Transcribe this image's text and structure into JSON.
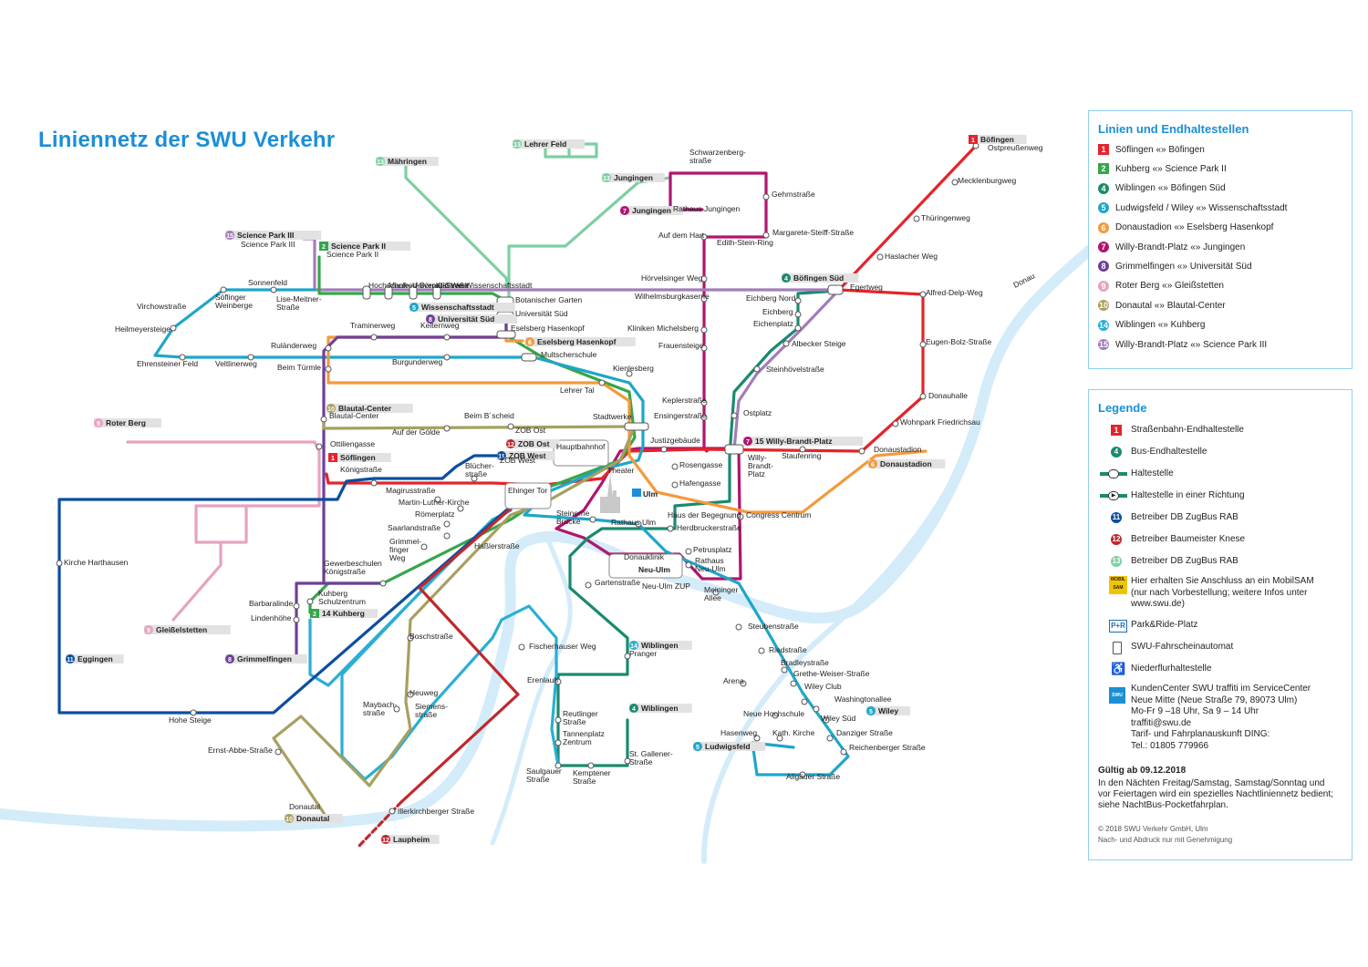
{
  "title": "Liniennetz der SWU Verkehr",
  "lines_panel": {
    "heading": "Linien und Endhaltestellen",
    "lines": [
      {
        "num": "1",
        "color": "#e3242b",
        "shape": "square",
        "text": "Söflingen «» Böfingen"
      },
      {
        "num": "2",
        "color": "#35a64a",
        "shape": "square",
        "text": "Kuhberg «» Science Park II"
      },
      {
        "num": "4",
        "color": "#1a8a6e",
        "shape": "round",
        "text": "Wiblingen «» Böfingen Süd"
      },
      {
        "num": "5",
        "color": "#1ea6c9",
        "shape": "round",
        "text": "Ludwigsfeld / Wiley «» Wissenschaftsstadt"
      },
      {
        "num": "6",
        "color": "#f39a3b",
        "shape": "round",
        "text": "Donaustadion «» Eselsberg Hasenkopf"
      },
      {
        "num": "7",
        "color": "#b0156e",
        "shape": "round",
        "text": "Willy-Brandt-Platz «» Jungingen"
      },
      {
        "num": "8",
        "color": "#6f3f98",
        "shape": "round",
        "text": "Grimmelfingen «» Universität Süd"
      },
      {
        "num": "9",
        "color": "#e6a3c1",
        "shape": "round",
        "text": "Roter Berg «» Gleißstetten"
      },
      {
        "num": "10",
        "color": "#a7a060",
        "shape": "round",
        "text": "Donautal «» Blautal-Center"
      },
      {
        "num": "14",
        "color": "#2aaed6",
        "shape": "round",
        "text": "Wiblingen «» Kuhberg"
      },
      {
        "num": "15",
        "color": "#a27dba",
        "shape": "round",
        "text": "Willy-Brandt-Platz «» Science Park III"
      }
    ]
  },
  "legend_panel": {
    "heading": "Legende",
    "items": [
      {
        "symbol": "tram-terminus",
        "color": "#e3242b",
        "num": "1",
        "text": "Straßenbahn-Endhaltestelle"
      },
      {
        "symbol": "bus-terminus",
        "color": "#1a8a6e",
        "num": "4",
        "text": "Bus-Endhaltestelle"
      },
      {
        "symbol": "stop",
        "color": "#1a8a6e",
        "text": "Haltestelle"
      },
      {
        "symbol": "stop-one-way",
        "color": "#1a8a6e",
        "text": "Haltestelle in einer Richtung"
      },
      {
        "symbol": "operator",
        "color": "#0c4ea0",
        "num": "11",
        "text": "Betreiber DB ZugBus RAB"
      },
      {
        "symbol": "operator",
        "color": "#c0282d",
        "num": "12",
        "text": "Betreiber Baumeister Knese"
      },
      {
        "symbol": "operator",
        "color": "#7dcfa1",
        "num": "13",
        "text": "Betreiber DB ZugBus RAB"
      },
      {
        "symbol": "mobilsam",
        "color": "#f2c400",
        "text": "Hier erhalten Sie Anschluss an ein MobilSAM\n(nur nach Vorbestellung; weitere Infos unter\nwww.swu.de)"
      },
      {
        "symbol": "park-ride",
        "color": "#1b6fb3",
        "text": "Park&Ride-Platz"
      },
      {
        "symbol": "ticket-machine",
        "color": "#555555",
        "text": "SWU-Fahrscheinautomat"
      },
      {
        "symbol": "low-floor",
        "color": "#1b8fd6",
        "text": "Niederflurhaltestelle"
      },
      {
        "symbol": "kundencenter",
        "color": "#1b8fd6",
        "text": "KundenCenter SWU traffiti im ServiceCenter\nNeue Mitte (Neue Straße 79, 89073 Ulm)\nMo-Fr 9 –18 Uhr, Sa 9 – 14 Uhr\ntraffiti@swu.de\nTarif- und Fahrplanauskunft DING:\nTel.: 01805 779966"
      }
    ],
    "validity_title": "Gültig ab 09.12.2018",
    "validity_text": "In den Nächten Freitag/Samstag, Samstag/Sonntag und\nvor Feiertagen wird ein spezielles Nachtliniennetz bedient;\nsiehe NachtBus-Pocketfahrplan.",
    "copyright": "© 2018 SWU Verkehr GmbH, Ulm\nNach- und Abdruck nur mit Genehmigung"
  },
  "map": {
    "river_label": "Donau",
    "city_labels": [
      "Ulm",
      "Neu-Ulm"
    ],
    "terminals": [
      {
        "num": "1",
        "color": "#e3242b",
        "label": "Böfingen"
      },
      {
        "num": "13",
        "color": "#7dcfa1",
        "label": "Lehrer Feld"
      },
      {
        "num": "13",
        "color": "#7dcfa1",
        "label": "Mähringen"
      },
      {
        "num": "13",
        "color": "#7dcfa1",
        "label": "Jungingen"
      },
      {
        "num": "7",
        "color": "#b0156e",
        "label": "Jungingen"
      },
      {
        "num": "15",
        "color": "#a27dba",
        "label": "Science Park III"
      },
      {
        "num": "2",
        "color": "#35a64a",
        "label": "Science Park II"
      },
      {
        "num": "4",
        "color": "#1a8a6e",
        "label": "Böfingen Süd"
      },
      {
        "num": "5",
        "color": "#1ea6c9",
        "label": "Wissenschaftsstadt"
      },
      {
        "num": "8",
        "color": "#6f3f98",
        "label": "Universität Süd"
      },
      {
        "num": "6",
        "color": "#f39a3b",
        "label": "Eselsberg Hasenkopf"
      },
      {
        "num": "10",
        "color": "#a7a060",
        "label": "Blautal-Center"
      },
      {
        "num": "9",
        "color": "#e6a3c1",
        "label": "Roter Berg"
      },
      {
        "num": "1",
        "color": "#e3242b",
        "label": "Söflingen"
      },
      {
        "num": "12",
        "color": "#c0282d",
        "label": "ZOB Ost"
      },
      {
        "num": "11",
        "color": "#0c4ea0",
        "label": "ZOB West"
      },
      {
        "num": "7",
        "color": "#b0156e",
        "label": "15 Willy-Brandt-Platz"
      },
      {
        "num": "6",
        "color": "#f39a3b",
        "label": "Donaustadion"
      },
      {
        "num": "2",
        "color": "#35a64a",
        "label": "14 Kuhberg"
      },
      {
        "num": "9",
        "color": "#e6a3c1",
        "label": "Gleißelstetten"
      },
      {
        "num": "11",
        "color": "#0c4ea0",
        "label": "Eggingen"
      },
      {
        "num": "8",
        "color": "#6f3f98",
        "label": "Grimmelfingen"
      },
      {
        "num": "14",
        "color": "#2aaed6",
        "label": "Wiblingen"
      },
      {
        "num": "4",
        "color": "#1a8a6e",
        "label": "Wiblingen"
      },
      {
        "num": "5",
        "color": "#1ea6c9",
        "label": "Wiley"
      },
      {
        "num": "5",
        "color": "#1ea6c9",
        "label": "Ludwigsfeld"
      },
      {
        "num": "10",
        "color": "#a7a060",
        "label": "Donautal"
      },
      {
        "num": "12",
        "color": "#c0282d",
        "label": "Laupheim"
      }
    ],
    "stations": [
      "Ostpreußenweg",
      "Mecklenburgweg",
      "Thüringenweg",
      "Haslacher Weg",
      "Egertweg",
      "Alfred-Delp-Weg",
      "Eugen-Bolz-Straße",
      "Donauhalle",
      "Wohnpark Friedrichsau",
      "Donaustadion",
      "Schwarzenberg-\nstraße",
      "Gehrnstraße",
      "Rathaus Jungingen",
      "Auf dem Hart",
      "Edith-Stein-Ring",
      "Margarete-Steiff-Straße",
      "Hörvelsinger Weg",
      "Wilhelmsburgkaserne",
      "Kliniken Michelsberg",
      "Frauensteige",
      "Keplerstraße",
      "Ensingerstraße",
      "Justizgebäude",
      "Eichberg Nord",
      "Eichberg",
      "Eichenplatz",
      "Albecker Steige",
      "Steinhövelstraße",
      "Ostplatz",
      "Staufenring",
      "Rosengasse",
      "Hafengasse",
      "Willy-\nBrandt-\nPlatz",
      "Congress Centrum",
      "Science Park III",
      "Science Park II",
      "Hochschule",
      "Manfred-Börner-Straße",
      "Universität West",
      "Kliniken Wissenschaftsstadt",
      "Botanischer Garten",
      "Universität Süd",
      "Eselsberg Hasenkopf",
      "Multscherschule",
      "Kienlesberg",
      "Lehrer Tal",
      "Stadtwerke",
      "Hauptbahnhof",
      "Theater",
      "Sonnenfeld",
      "Virchowstraße",
      "Söflinger\nWeinberge",
      "Lise-Meitner-\nStraße",
      "Heilmeyersteige",
      "Ehrensteiner Feld",
      "Veltlinerweg",
      "Traminerweg",
      "Kelternweg",
      "Ruländerweg",
      "Burgunderweg",
      "Beim Türmle",
      "Blautal-Center",
      "Beim B´scheid",
      "Auf der Gölde",
      "Ottiliengasse",
      "Königstraße",
      "Blücher-\nstraße",
      "ZOB Ost",
      "ZOB West",
      "Ehinger Tor",
      "Magirusstraße",
      "Martin-Luther-Kirche",
      "Römerplatz",
      "Saarlandstraße",
      "Grimmel-\nfinger\nWeg",
      "Haßlerstraße",
      "Steinerne\nBrücke",
      "Rathaus Ulm",
      "Haus der Begegnung",
      "Herdbruckerstraße",
      "Petrusplatz",
      "Rathaus\nNeu-Ulm",
      "Donauklinik",
      "Gartenstraße",
      "Neu-Ulm ZUP",
      "Meininger\nAllee",
      "Gewerbeschulen\nKönigstraße",
      "Kuhberg\nSchulzentrum",
      "Barbaralinde",
      "Lindenhöhe",
      "Kirche Harthausen",
      "Hohe Steige",
      "Boschstraße",
      "Heuweg",
      "Maybach-\nstraße",
      "Siemens-\nstraße",
      "Ernst-Abbe-Straße",
      "Donautal",
      "Illerkirchberger Straße",
      "Fischerhauser Weg",
      "Erenlauh",
      "Reutlinger\nStraße",
      "Tannenplatz\nZentrum",
      "Saulgauer\nStraße",
      "Kemptener\nStraße",
      "St. Gallener-\nStraße",
      "Pranger",
      "Steubenstraße",
      "Riedstraße",
      "Bradleystraße",
      "Grethe-Weiser-Straße",
      "Wiley Club",
      "Washingtonallee",
      "Arena",
      "Neue Hochschule",
      "Wiley Süd",
      "Hasenweg",
      "Kath. Kirche",
      "Danziger Straße",
      "Reichenberger Straße",
      "Allgäuer Straße"
    ]
  }
}
